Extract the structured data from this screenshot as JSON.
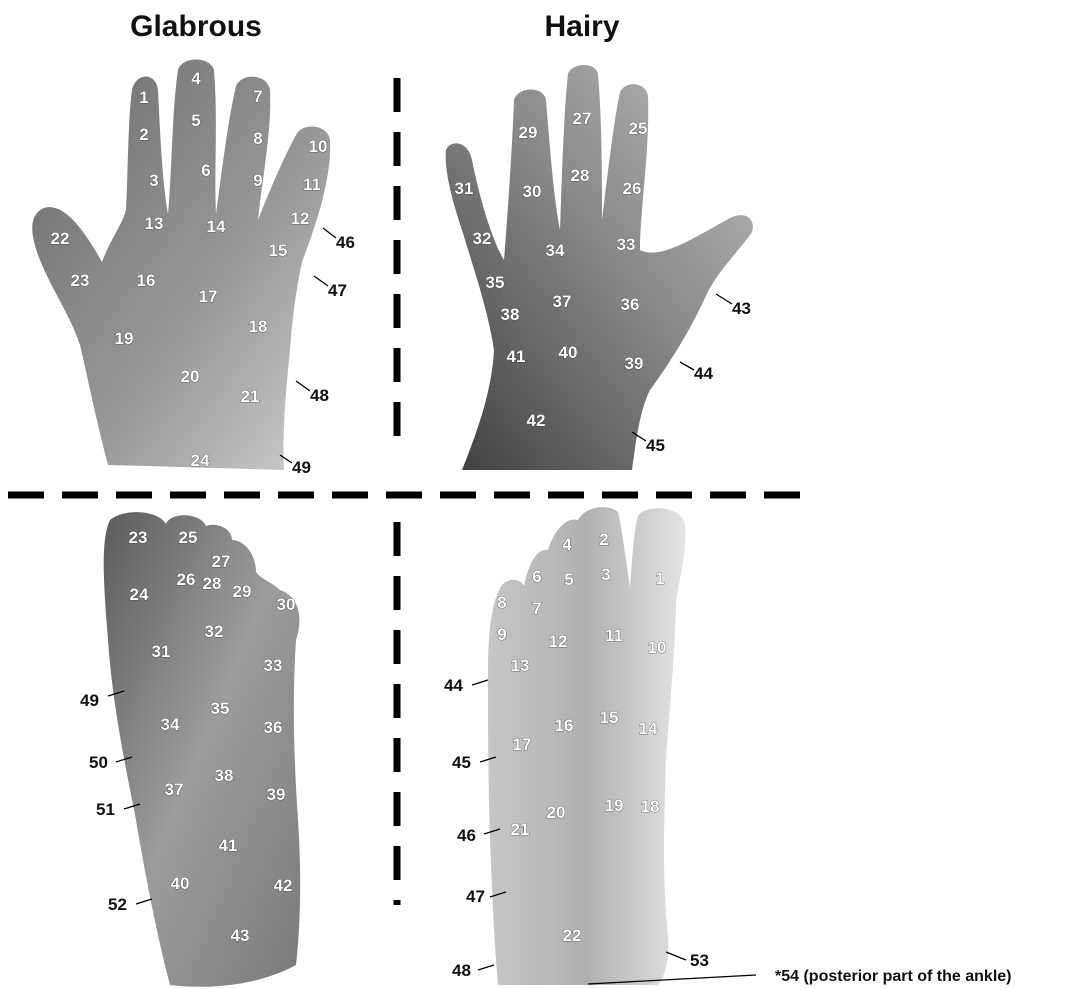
{
  "headers": {
    "glabrous": "Glabrous",
    "hairy": "Hairy"
  },
  "footnote": "*54 (posterior part of the ankle)",
  "palm_labels": [
    "1",
    "2",
    "3",
    "4",
    "5",
    "6",
    "7",
    "8",
    "9",
    "10",
    "11",
    "12",
    "13",
    "14",
    "15",
    "16",
    "17",
    "18",
    "19",
    "20",
    "21",
    "22",
    "23",
    "24"
  ],
  "palm_edge": [
    "46",
    "47",
    "48",
    "49"
  ],
  "dorsal_hand_labels": [
    "25",
    "26",
    "27",
    "28",
    "29",
    "30",
    "31",
    "32",
    "33",
    "34",
    "35",
    "36",
    "37",
    "38",
    "39",
    "40",
    "41",
    "42"
  ],
  "dorsal_hand_edge": [
    "43",
    "44",
    "45"
  ],
  "sole_labels": [
    "23",
    "24",
    "25",
    "26",
    "27",
    "28",
    "29",
    "30",
    "31",
    "32",
    "33",
    "34",
    "35",
    "36",
    "37",
    "38",
    "39",
    "40",
    "41",
    "42",
    "43"
  ],
  "sole_edge": [
    "49",
    "50",
    "51",
    "52"
  ],
  "dorsal_foot_labels": [
    "1",
    "2",
    "3",
    "4",
    "5",
    "6",
    "7",
    "8",
    "9",
    "10",
    "11",
    "12",
    "13",
    "14",
    "15",
    "16",
    "17",
    "18",
    "19",
    "20",
    "21",
    "22"
  ],
  "dorsal_foot_edge": [
    "44",
    "45",
    "46",
    "47",
    "48",
    "53"
  ],
  "colors": {
    "skin_dark": "#5a5a5a",
    "skin_light": "#d6d6d6",
    "divider": "#000000"
  }
}
